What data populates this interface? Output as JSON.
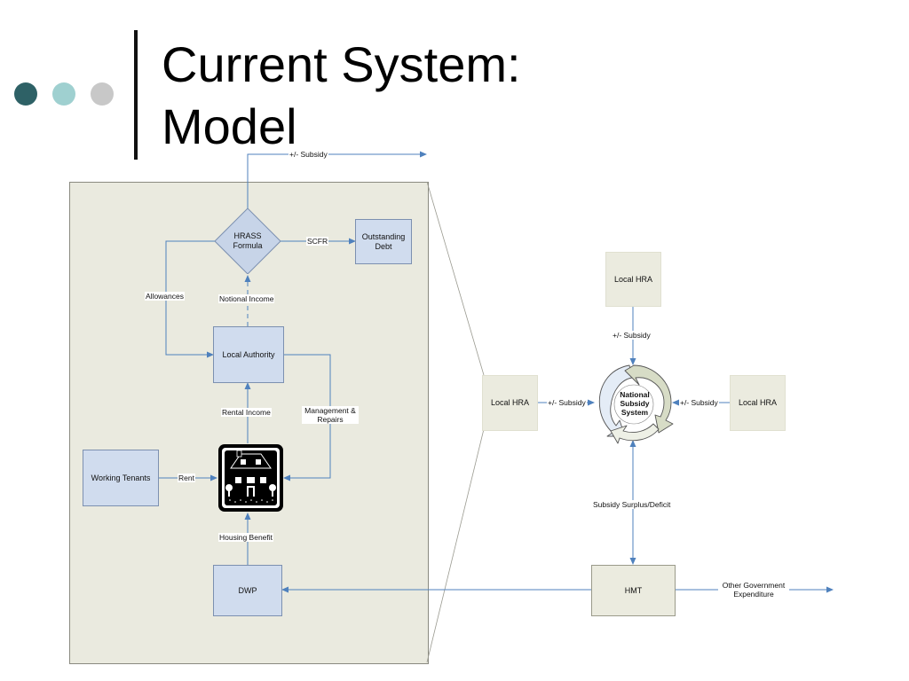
{
  "slide": {
    "title_line1": "Current System:",
    "title_line2": "Model",
    "dot_colors": [
      "#2e6166",
      "#9fd0d0",
      "#c8c8c8"
    ]
  },
  "diagram": {
    "boxes": {
      "outstanding_debt": "Outstanding Debt",
      "local_authority": "Local Authority",
      "working_tenants": "Working Tenants",
      "dwp": "DWP",
      "local_hra_top": "Local HRA",
      "local_hra_left": "Local HRA",
      "local_hra_right": "Local HRA",
      "hmt": "HMT"
    },
    "diamond": "HRASS Formula",
    "cycle": "National Subsidy System",
    "labels": {
      "subsidy_top": "+/- Subsidy",
      "scfr": "SCFR",
      "allowances": "Allowances",
      "notional_income": "Notional Income",
      "rental_income": "Rental Income",
      "management_repairs": "Management & Repairs",
      "rent": "Rent",
      "housing_benefit": "Housing Benefit",
      "subsidy_hra_top": "+/- Subsidy",
      "subsidy_hra_left": "+/- Subsidy",
      "subsidy_hra_right": "+/- Subsidy",
      "subsidy_surplus_deficit": "Subsidy Surplus/Deficit",
      "other_govt_expenditure": "Other Government Expenditure"
    },
    "colors": {
      "arrow": "#4f81bd",
      "blue_box": "#d0dcee",
      "beige_box": "#ebebdf",
      "panel": "#eaeadf"
    },
    "icons": [
      "house-icon",
      "cycle-arrows-icon"
    ]
  }
}
